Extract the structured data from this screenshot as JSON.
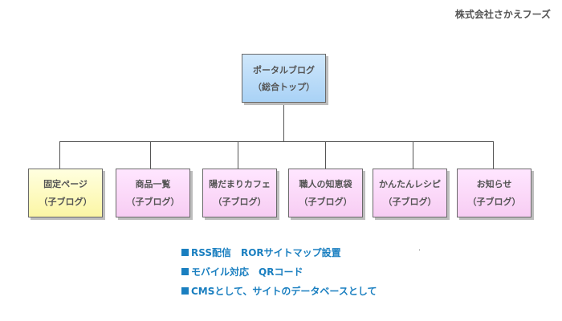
{
  "company": "株式会社さかえフーズ",
  "top": {
    "line1": "ポータルブログ",
    "line2": "（総合トップ）"
  },
  "children": [
    {
      "name": "固定ページ",
      "sub": "（子ブログ）",
      "color": "#fcf6a5"
    },
    {
      "name": "商品一覧",
      "sub": "（子ブログ）",
      "color": "#f7cdf3"
    },
    {
      "name": "陽だまりカフェ",
      "sub": "（子ブログ）",
      "color": "#f7cdf3"
    },
    {
      "name": "職人の知恵袋",
      "sub": "（子ブログ）",
      "color": "#f7cdf3"
    },
    {
      "name": "かんたんレシピ",
      "sub": "（子ブログ）",
      "color": "#f7cdf3"
    },
    {
      "name": "お知らせ",
      "sub": "（子ブログ）",
      "color": "#f7cdf3"
    }
  ],
  "features": [
    "RSS配信　RORサイトマップ設置",
    "モバイル対応　QRコード",
    "CMSとして、サイトのデータベースとして"
  ]
}
